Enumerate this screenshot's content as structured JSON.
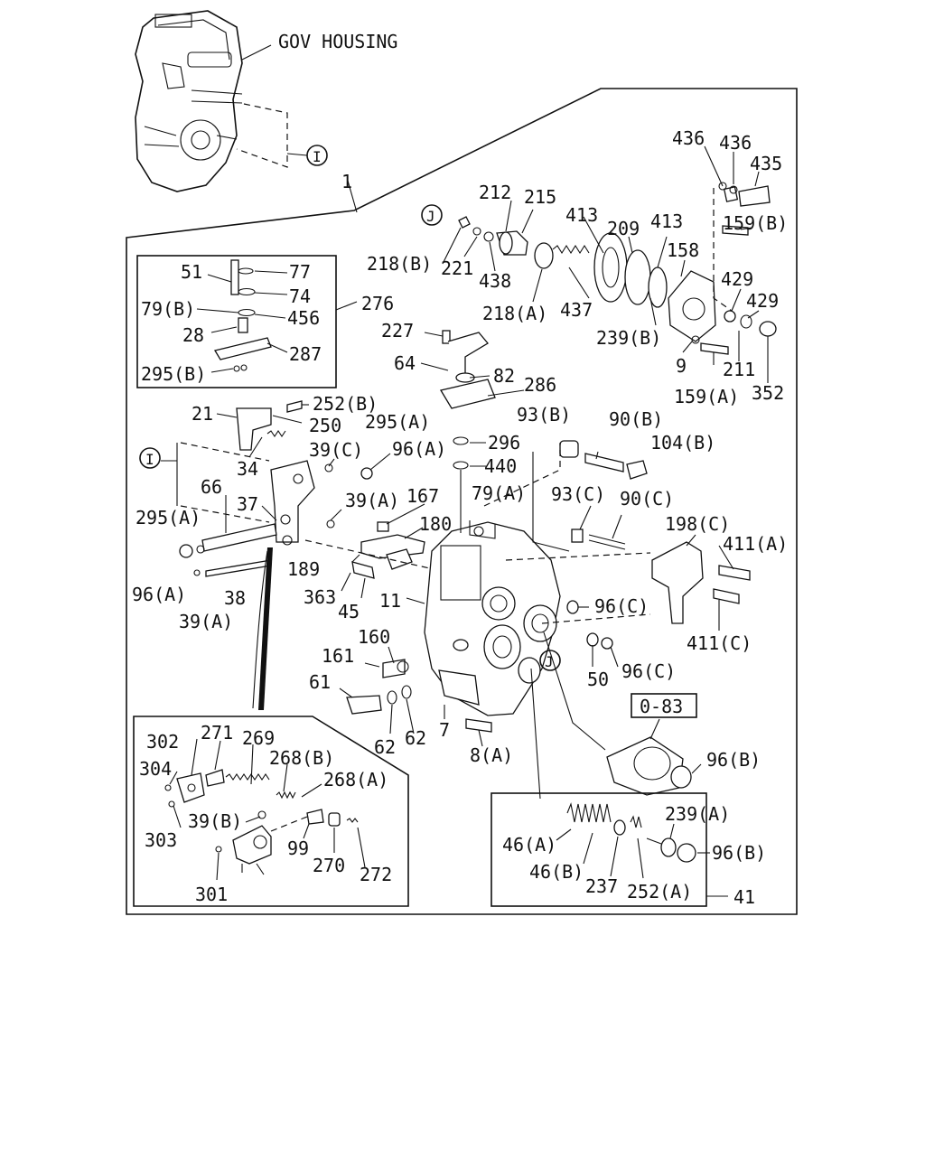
{
  "header": {
    "gov_housing_label": "GOV HOUSING"
  },
  "refs": {
    "I": "I",
    "J": "J"
  },
  "ref_box": "0-83",
  "callouts": {
    "c1": "1",
    "c436a": "436",
    "c436b": "436",
    "c435": "435",
    "c159b": "159(B)",
    "c212": "212",
    "c215": "215",
    "c413a": "413",
    "c209": "209",
    "c413b": "413",
    "c158": "158",
    "c218b": "218(B)",
    "c221": "221",
    "c438": "438",
    "c218a": "218(A)",
    "c437": "437",
    "c239b": "239(B)",
    "c429a": "429",
    "c429b": "429",
    "c9": "9",
    "c211": "211",
    "c159a": "159(A)",
    "c352": "352",
    "c51": "51",
    "c77": "77",
    "c74": "74",
    "c79b": "79(B)",
    "c456": "456",
    "c276": "276",
    "c28": "28",
    "c287": "287",
    "c295b": "295(B)",
    "c227": "227",
    "c64": "64",
    "c82": "82",
    "c286": "286",
    "c21": "21",
    "c252b": "252(B)",
    "c250": "250",
    "c34": "34",
    "c295a_t": "295(A)",
    "c39c": "39(C)",
    "c96a_t": "96(A)",
    "c296": "296",
    "c440": "440",
    "c79a": "79(A)",
    "c93b": "93(B)",
    "c90b": "90(B)",
    "c104b": "104(B)",
    "c66": "66",
    "c37": "37",
    "c39a_t": "39(A)",
    "c167": "167",
    "c180": "180",
    "c295a_l": "295(A)",
    "c96a_l": "96(A)",
    "c38": "38",
    "c39a_l": "39(A)",
    "c93c": "93(C)",
    "c90c": "90(C)",
    "c198c": "198(C)",
    "c411a": "411(A)",
    "c411c": "411(C)",
    "c189": "189",
    "c363": "363",
    "c45": "45",
    "c11": "11",
    "c96c_a": "96(C)",
    "c96c_b": "96(C)",
    "c50": "50",
    "c160": "160",
    "c161": "161",
    "c61": "61",
    "c62a": "62",
    "c62b": "62",
    "c7": "7",
    "c8a": "8(A)",
    "c96b_a": "96(B)",
    "c302": "302",
    "c271": "271",
    "c269": "269",
    "c268b": "268(B)",
    "c268a": "268(A)",
    "c304": "304",
    "c303": "303",
    "c39b": "39(B)",
    "c99": "99",
    "c270": "270",
    "c272": "272",
    "c301": "301",
    "c239a": "239(A)",
    "c46a": "46(A)",
    "c46b": "46(B)",
    "c237": "237",
    "c252a": "252(A)",
    "c96b_b": "96(B)",
    "c41": "41"
  }
}
